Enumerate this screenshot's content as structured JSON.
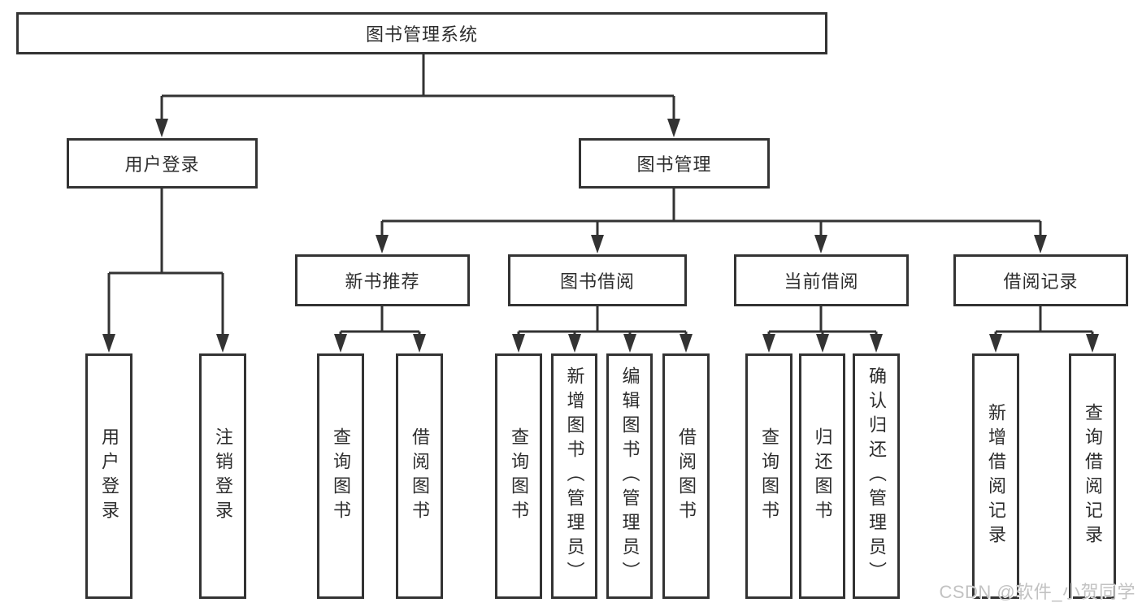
{
  "diagram": {
    "type": "hierarchy-tree",
    "colors": {
      "line": "#333333",
      "text": "#2d2d2d",
      "watermark": "#c2c2c2",
      "background": "#ffffff"
    },
    "watermark": {
      "text": "CSDN @软件_小贺同学"
    },
    "nodes": {
      "root": {
        "label": "图书管理系统",
        "children": [
          "user_login",
          "book_mgmt"
        ]
      },
      "user_login": {
        "label": "用户登录",
        "children": [
          "leaf_user_login",
          "leaf_logout"
        ]
      },
      "book_mgmt": {
        "label": "图书管理",
        "children": [
          "new_book_rec",
          "book_borrow",
          "current_borrow",
          "borrow_record"
        ]
      },
      "new_book_rec": {
        "label": "新书推荐",
        "children": [
          "leaf_query_book_1",
          "leaf_borrow_book_1"
        ]
      },
      "book_borrow": {
        "label": "图书借阅",
        "children": [
          "leaf_query_book_2",
          "leaf_add_book",
          "leaf_edit_book",
          "leaf_borrow_book_2"
        ]
      },
      "current_borrow": {
        "label": "当前借阅",
        "children": [
          "leaf_query_book_3",
          "leaf_return_book",
          "leaf_confirm_return"
        ]
      },
      "borrow_record": {
        "label": "借阅记录",
        "children": [
          "leaf_add_record",
          "leaf_query_record"
        ]
      },
      "leaf_user_login": {
        "label": "用户登录"
      },
      "leaf_logout": {
        "label": "注销登录"
      },
      "leaf_query_book_1": {
        "label": "查询图书"
      },
      "leaf_borrow_book_1": {
        "label": "借阅图书"
      },
      "leaf_query_book_2": {
        "label": "查询图书"
      },
      "leaf_add_book": {
        "label": "新增图书（管理员）"
      },
      "leaf_edit_book": {
        "label": "编辑图书（管理员）"
      },
      "leaf_borrow_book_2": {
        "label": "借阅图书"
      },
      "leaf_query_book_3": {
        "label": "查询图书"
      },
      "leaf_return_book": {
        "label": "归还图书"
      },
      "leaf_confirm_return": {
        "label": "确认归还（管理员）"
      },
      "leaf_add_record": {
        "label": "新增借阅记录"
      },
      "leaf_query_record": {
        "label": "查询借阅记录"
      }
    }
  }
}
